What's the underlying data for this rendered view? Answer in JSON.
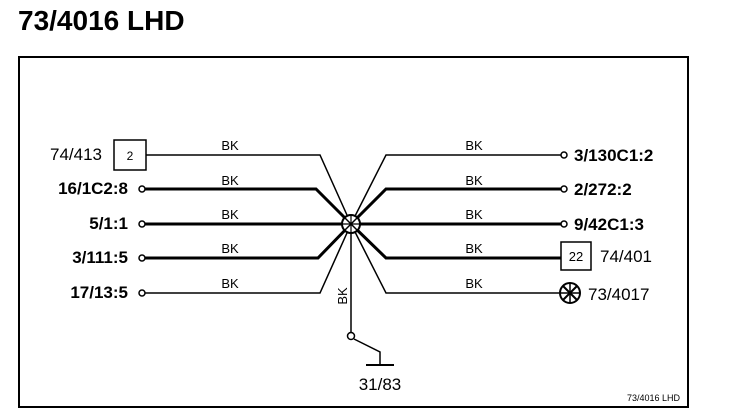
{
  "title": "73/4016 LHD",
  "footer_code": "73/4016 LHD",
  "splice": {
    "name": "73/4016",
    "ground_ref": "31/83",
    "ground_wire_color": "BK"
  },
  "left_connections": [
    {
      "label": "74/413",
      "connector_pin": "2",
      "wire_color": "BK",
      "bold": false
    },
    {
      "label": "16/1C2:8",
      "connector_pin": "",
      "wire_color": "BK",
      "bold": true
    },
    {
      "label": "5/1:1",
      "connector_pin": "",
      "wire_color": "BK",
      "bold": true
    },
    {
      "label": "3/111:5",
      "connector_pin": "",
      "wire_color": "BK",
      "bold": true
    },
    {
      "label": "17/13:5",
      "connector_pin": "",
      "wire_color": "BK",
      "bold": true
    }
  ],
  "right_connections": [
    {
      "label": "3/130C1:2",
      "connector_pin": "",
      "wire_color": "BK",
      "bold": true
    },
    {
      "label": "2/272:2",
      "connector_pin": "",
      "wire_color": "BK",
      "bold": true
    },
    {
      "label": "9/42C1:3",
      "connector_pin": "",
      "wire_color": "BK",
      "bold": true
    },
    {
      "label": "74/401",
      "connector_pin": "22",
      "wire_color": "BK",
      "bold": false
    },
    {
      "label": "73/4017",
      "connector_pin": "",
      "wire_color": "BK",
      "bold": false
    }
  ]
}
